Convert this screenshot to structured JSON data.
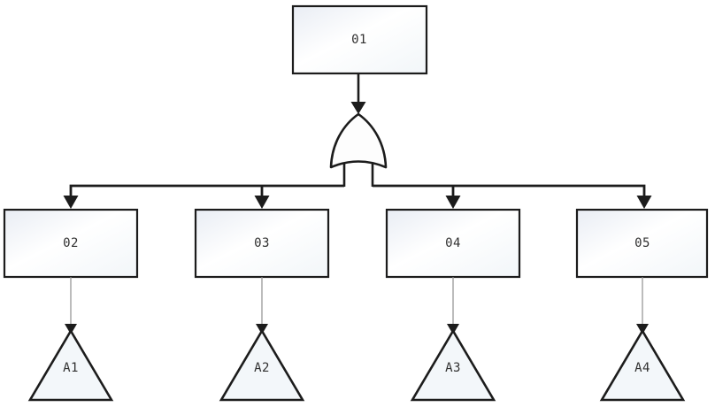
{
  "diagram": {
    "type": "fault-tree",
    "gate": {
      "kind": "or-gate",
      "label": "OR"
    },
    "top_event": {
      "label": "01"
    },
    "intermediate_events": [
      {
        "label": "02"
      },
      {
        "label": "03"
      },
      {
        "label": "04"
      },
      {
        "label": "05"
      }
    ],
    "transfer_symbols": [
      {
        "label": "A1"
      },
      {
        "label": "A2"
      },
      {
        "label": "A3"
      },
      {
        "label": "A4"
      }
    ],
    "colors": {
      "line": "#1c1c1c",
      "thin_connector": "#8f8f8f",
      "box_border": "#1c1c1c",
      "box_fill_highlight": "#e9edf4",
      "box_fill": "#fbfdfe",
      "triangle_fill": "#f3f7fa",
      "label_text": "#303030",
      "background": "#ffffff"
    }
  }
}
